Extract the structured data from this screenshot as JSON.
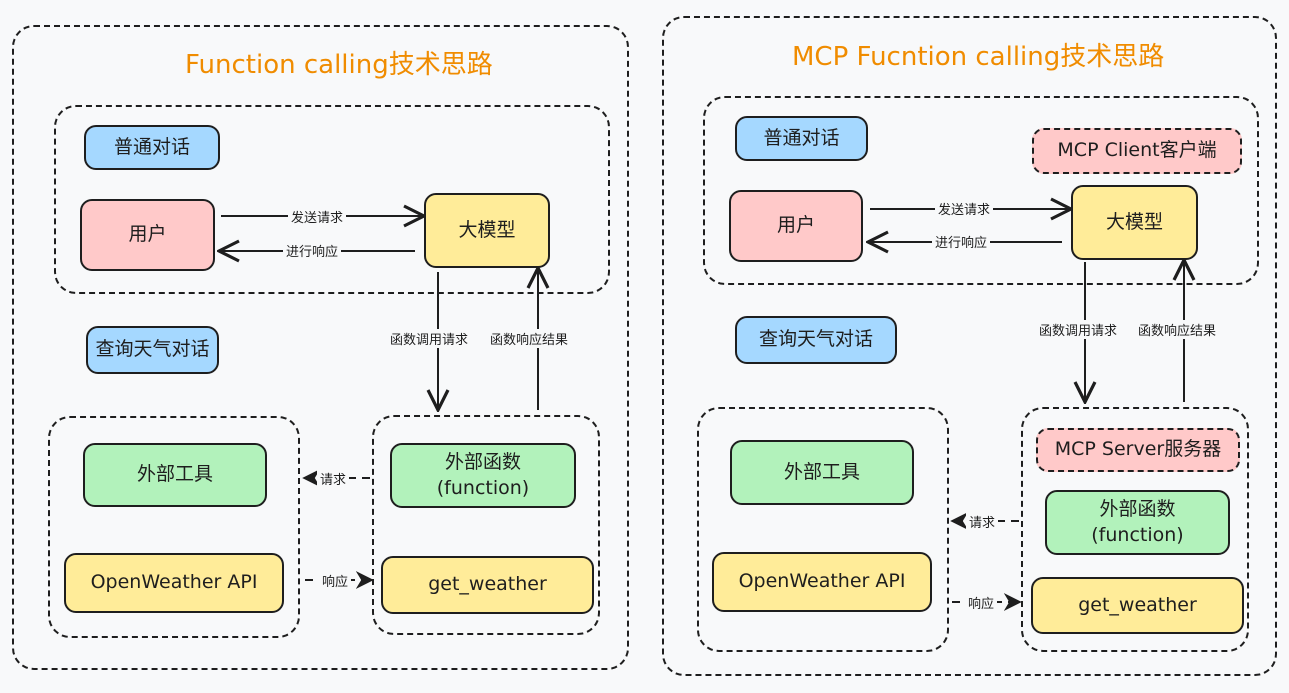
{
  "left": {
    "title": "Function calling技术思路",
    "normal_chat_label": "普通对话",
    "user": "用户",
    "llm": "大模型",
    "send_request": "发送请求",
    "respond": "进行响应",
    "weather_chat_label": "查询天气对话",
    "func_call_request": "函数调用请求",
    "func_response_result": "函数响应结果",
    "external_tool": "外部工具",
    "openweather_api": "OpenWeather API",
    "external_function_line1": "外部函数",
    "external_function_line2": "(function)",
    "get_weather": "get_weather",
    "request": "请求",
    "response": "响应"
  },
  "right": {
    "title": "MCP Fucntion calling技术思路",
    "normal_chat_label": "普通对话",
    "mcp_client": "MCP Client客户端",
    "user": "用户",
    "llm": "大模型",
    "send_request": "发送请求",
    "respond": "进行响应",
    "weather_chat_label": "查询天气对话",
    "func_call_request": "函数调用请求",
    "func_response_result": "函数响应结果",
    "external_tool": "外部工具",
    "openweather_api": "OpenWeather API",
    "mcp_server": "MCP Server服务器",
    "external_function_line1": "外部函数",
    "external_function_line2": "(function)",
    "get_weather": "get_weather",
    "request": "请求",
    "response": "响应"
  },
  "colors": {
    "title": "#f08c00",
    "blue": "#a5d8ff",
    "pink": "#ffc9c9",
    "yellow": "#ffec99",
    "green": "#b2f2bb",
    "stroke": "#1e1e1e",
    "background": "#f8f9fa"
  }
}
